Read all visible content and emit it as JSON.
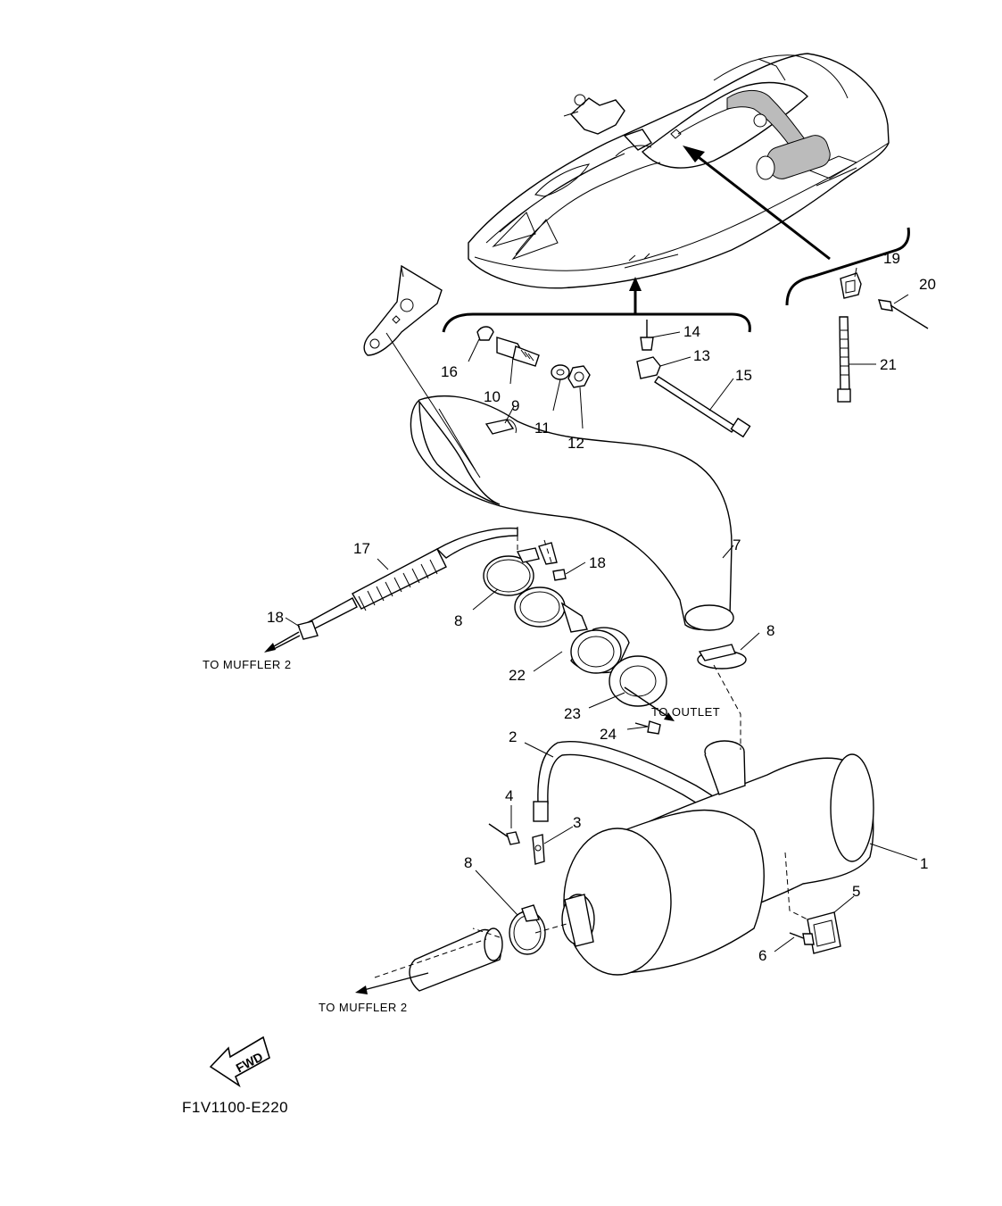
{
  "diagram": {
    "code": "F1V1100-E220",
    "fwd_label": "FWD",
    "notes": {
      "to_muffler_2_upper": "TO MUFFLER 2",
      "to_muffler_2_lower": "TO MUFFLER 2",
      "to_outlet": "TO OUTLET"
    },
    "callouts": {
      "c1": "1",
      "c2": "2",
      "c3": "3",
      "c4": "4",
      "c5": "5",
      "c6": "6",
      "c7": "7",
      "c8a": "8",
      "c8b": "8",
      "c8c": "8",
      "c9": "9",
      "c10": "10",
      "c11": "11",
      "c12": "12",
      "c13": "13",
      "c14": "14",
      "c15": "15",
      "c16": "16",
      "c17": "17",
      "c18a": "18",
      "c18b": "18",
      "c19": "19",
      "c20": "20",
      "c21": "21",
      "c22": "22",
      "c23": "23",
      "c24": "24"
    }
  }
}
